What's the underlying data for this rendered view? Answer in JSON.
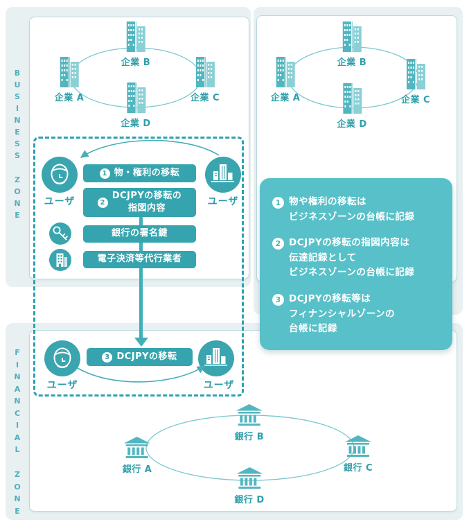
{
  "colors": {
    "teal_primary": "#35a4ae",
    "teal_callout": "#58c0c8",
    "teal_icon": "#52b6bf",
    "teal_text": "#2f9faa",
    "zone_background": "#e9f0f2",
    "panel_border": "#badade"
  },
  "zones": {
    "business": {
      "label": "BUSINESS ZONE"
    },
    "financial": {
      "label": "FINANCIAL ZONE"
    }
  },
  "clusters": {
    "business_left": {
      "nodes": [
        {
          "label": "企業 A"
        },
        {
          "label": "企業 B"
        },
        {
          "label": "企業 C"
        },
        {
          "label": "企業 D"
        }
      ]
    },
    "business_right": {
      "nodes": [
        {
          "label": "企業 A"
        },
        {
          "label": "企業 B"
        },
        {
          "label": "企業 C"
        },
        {
          "label": "企業 D"
        }
      ]
    },
    "financial_banks": {
      "nodes": [
        {
          "label": "銀行 A"
        },
        {
          "label": "銀行 B"
        },
        {
          "label": "銀行 C"
        },
        {
          "label": "銀行 D"
        }
      ]
    }
  },
  "process_box": {
    "user_left_label": "ユーザ",
    "user_right_label": "ユーザ",
    "steps": [
      {
        "num": "1",
        "lines": [
          "物・権利の移転"
        ]
      },
      {
        "num": "2",
        "lines": [
          "DCJPYの移転の",
          "指図内容"
        ]
      },
      {
        "lines": [
          "銀行の署名鍵"
        ]
      },
      {
        "lines": [
          "電子決済等代行業者"
        ]
      }
    ]
  },
  "transfer_box": {
    "user_left_label": "ユーザ",
    "user_right_label": "ユーザ",
    "step": {
      "num": "3",
      "lines": [
        "DCJPYの移転"
      ]
    }
  },
  "callout": {
    "items": [
      {
        "num": "1",
        "lines": [
          "物や権利の移転は",
          "ビジネスゾーンの台帳に記録"
        ]
      },
      {
        "num": "2",
        "lines": [
          "DCJPYの移転の指図内容は",
          "伝達記録として",
          "ビジネスゾーンの台帳に記録"
        ]
      },
      {
        "num": "3",
        "lines": [
          "DCJPYの移転等は",
          "フィナンシャルゾーンの",
          "台帳に記録"
        ]
      }
    ]
  }
}
